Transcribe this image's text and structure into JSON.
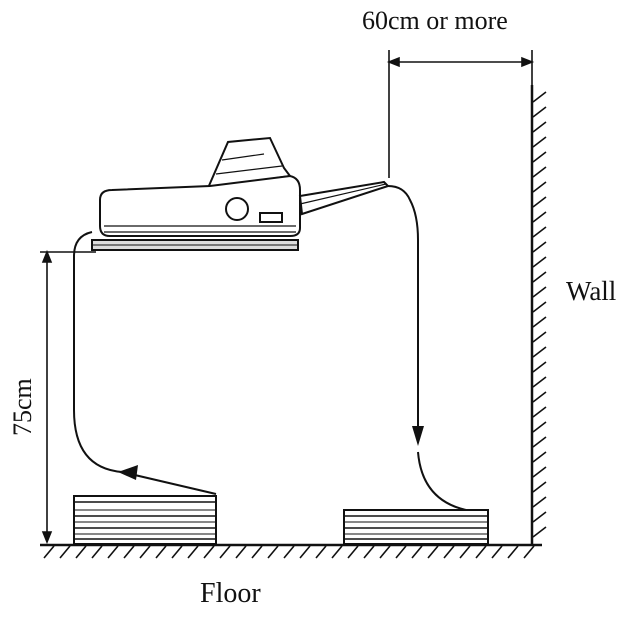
{
  "labels": {
    "clearance": "60cm or more",
    "wall": "Wall",
    "floor": "Floor",
    "height": "75cm"
  },
  "colors": {
    "ink": "#111111",
    "background": "#ffffff"
  },
  "objects": [
    {
      "name": "printer",
      "icon": "dot-matrix-printer-icon"
    },
    {
      "name": "paper-stack-left",
      "icon": "paper-stack-icon"
    },
    {
      "name": "paper-stack-right",
      "icon": "paper-stack-icon"
    }
  ]
}
